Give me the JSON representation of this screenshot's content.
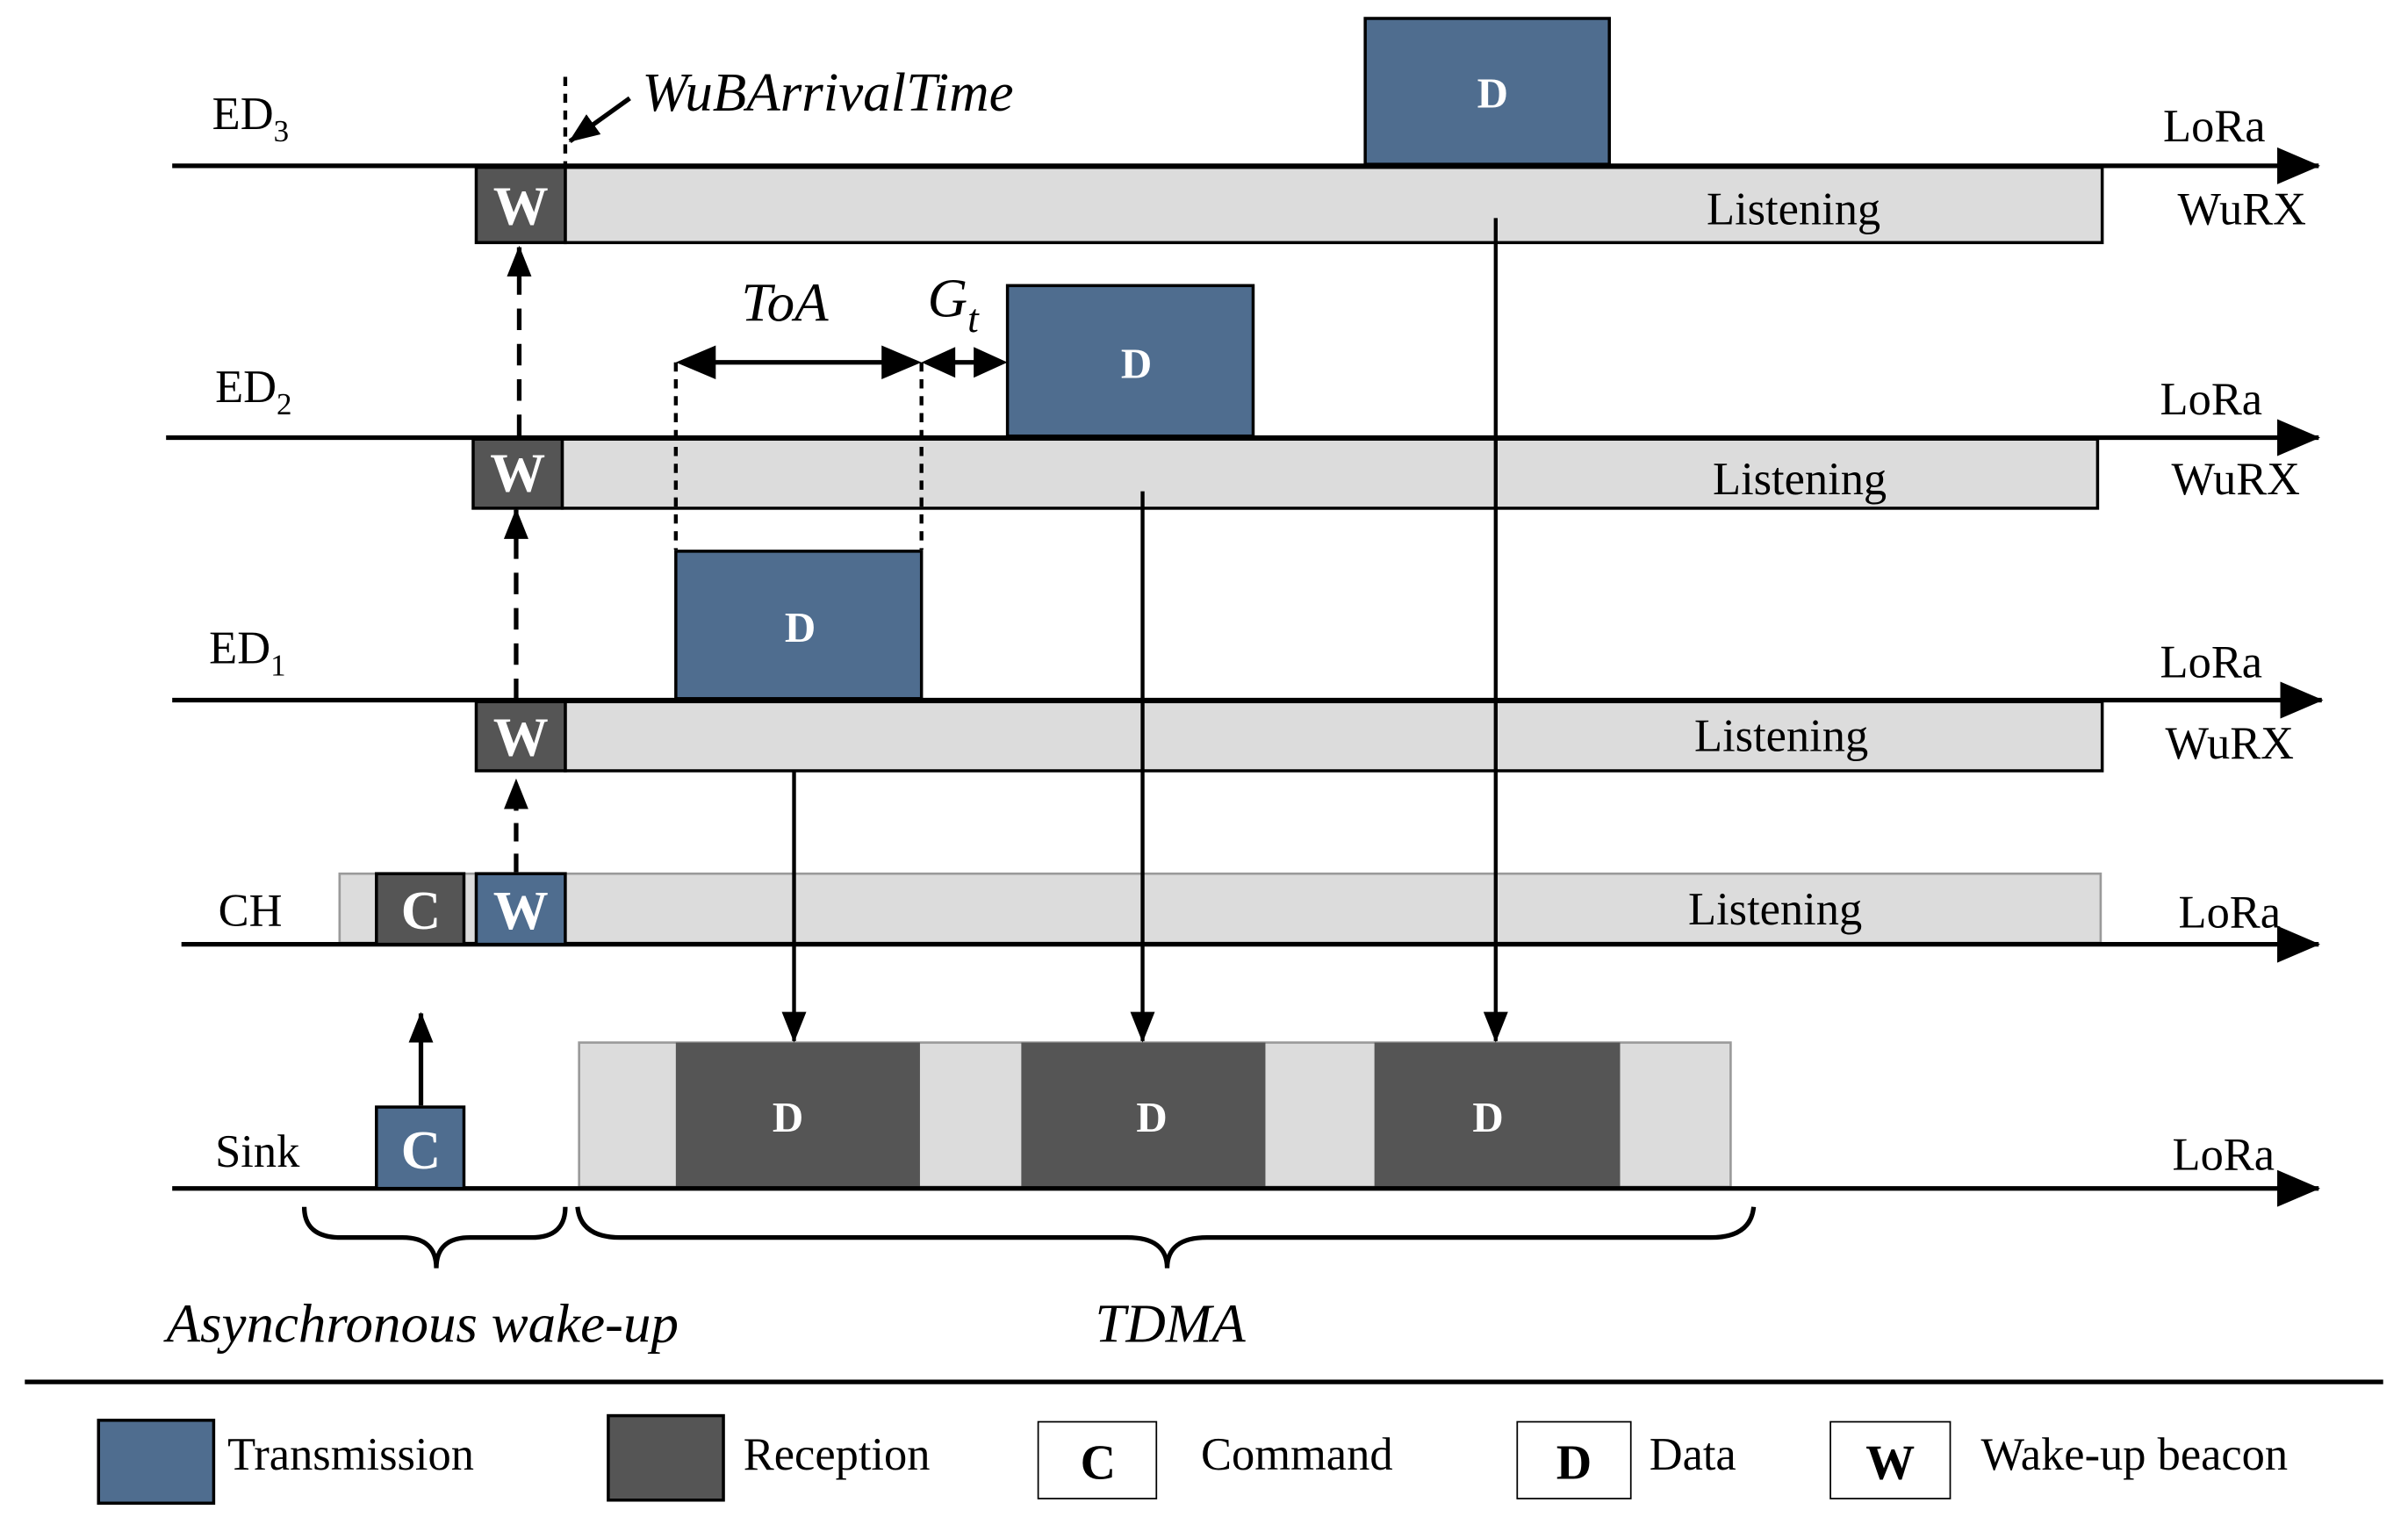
{
  "colors": {
    "transmission": "#4f6d8f",
    "reception": "#555555",
    "listening": "#dcdcdc",
    "line": "#000000",
    "legend_white": "#ffffff"
  },
  "rows": [
    {
      "node": "ED",
      "sub": "3",
      "right_top": "LoRa",
      "right_bottom": "WuRX",
      "listening": "Listening",
      "w": "W",
      "d": "D"
    },
    {
      "node": "ED",
      "sub": "2",
      "right_top": "LoRa",
      "right_bottom": "WuRX",
      "listening": "Listening",
      "w": "W",
      "d": "D"
    },
    {
      "node": "ED",
      "sub": "1",
      "right_top": "LoRa",
      "right_bottom": "WuRX",
      "listening": "Listening",
      "w": "W",
      "d": "D"
    }
  ],
  "ch": {
    "node": "CH",
    "right": "LoRa",
    "listening": "Listening",
    "c": "C",
    "w": "W"
  },
  "sink": {
    "node": "Sink",
    "right": "LoRa",
    "c": "C",
    "slots": [
      "D",
      "D",
      "D"
    ]
  },
  "annotations": {
    "wub_arrival": "WuBArrivalTime",
    "toa": "ToA",
    "gt_main": "G",
    "gt_sub": "t",
    "async": "Asynchronous wake-up",
    "tdma": "TDMA"
  },
  "legend": [
    {
      "kind": "transmission",
      "box": "",
      "label": "Transmission"
    },
    {
      "kind": "reception",
      "box": "",
      "label": "Reception"
    },
    {
      "kind": "command",
      "box": "C",
      "label": "Command"
    },
    {
      "kind": "data",
      "box": "D",
      "label": "Data"
    },
    {
      "kind": "wakeup",
      "box": "W",
      "label": "Wake-up beacon"
    }
  ]
}
